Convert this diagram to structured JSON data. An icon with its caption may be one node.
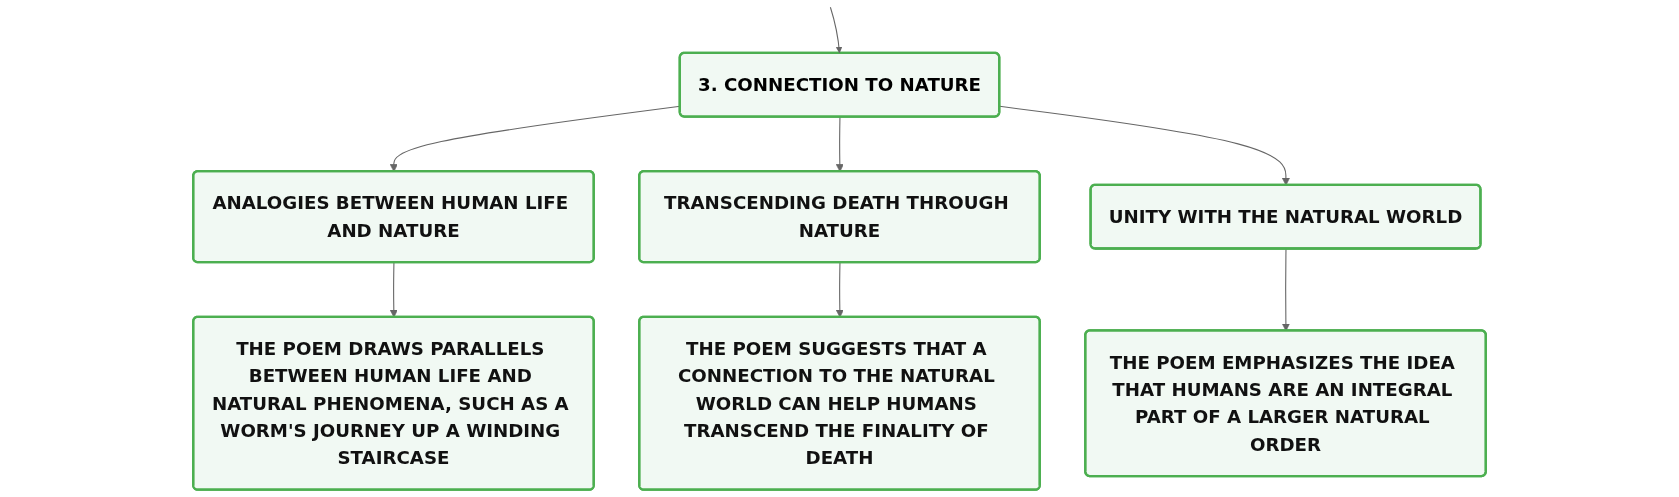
{
  "diagram": {
    "nodes": [
      {
        "text": [
          "3. CONNECTION TO NATURE"
        ]
      },
      {
        "text": [
          "ANALOGIES BETWEEN HUMAN LIFE AND NATURE"
        ]
      },
      {
        "text": [
          "THE POEM DRAWS PARALLELS BETWEEN HUMAN LIFE AND NATURAL PHENOMENA, SUCH AS A WORM'S JOURNEY UP A WINDING STAIRCASE"
        ]
      },
      {
        "text": [
          "TRANSCENDING DEATH THROUGH NATURE"
        ]
      },
      {
        "text": [
          "THE POEM SUGGESTS THAT A CONNECTION TO THE NATURAL WORLD CAN HELP HUMANS TRANSCEND THE FINALITY OF DEATH"
        ]
      },
      {
        "text": [
          "UNITY WITH THE NATURAL WORLD"
        ]
      },
      {
        "text": [
          "THE POEM EMPHASIZES THE IDEA THAT HUMANS ARE AN INTEGRAL PART OF A LARGER NATURAL ORDER"
        ]
      }
    ],
    "edges": [
      {
        "from": null,
        "to": 0,
        "arrow": "to"
      },
      {
        "from": 0,
        "to": 1,
        "arrow": "to"
      },
      {
        "from": 0,
        "to": 3,
        "arrow": "to"
      },
      {
        "from": 0,
        "to": 5,
        "arrow": "to"
      },
      {
        "from": 1,
        "to": 2,
        "arrow": "to"
      },
      {
        "from": 3,
        "to": 4,
        "arrow": "to"
      },
      {
        "from": 5,
        "to": 6,
        "arrow": "to"
      }
    ]
  }
}
